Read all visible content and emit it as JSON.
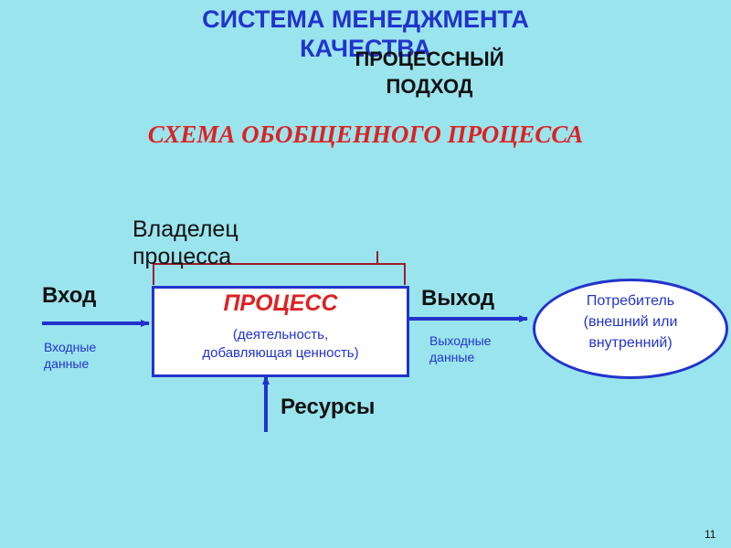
{
  "header": {
    "title_line1": "СИСТЕМА МЕНЕДЖМЕНТА",
    "title_line2": "КАЧЕСТВА",
    "subtitle_line1": "ПРОЦЕССНЫЙ",
    "subtitle_line2": "ПОДХОД"
  },
  "scheme_title": "СХЕМА ОБОБЩЕННОГО ПРОЦЕССА",
  "diagram": {
    "owner_line1": "Владелец",
    "owner_line2": "процесса",
    "process_title": "ПРОЦЕСС",
    "process_desc_line1": "(деятельность,",
    "process_desc_line2": "добавляющая ценность)",
    "input_label": "Вход",
    "input_data_line1": "Входные",
    "input_data_line2": "данные",
    "output_label": "Выход",
    "output_data_line1": "Выходные",
    "output_data_line2": "данные",
    "resources_label": "Ресурсы",
    "consumer_line1": "Потребитель",
    "consumer_line2": "(внешний или",
    "consumer_line3": "внутренний)"
  },
  "colors": {
    "background": "#9ae4ee",
    "primary": "#2233cc",
    "accent": "#dd2222",
    "bracket": "#a01a30"
  },
  "page_number": "11"
}
